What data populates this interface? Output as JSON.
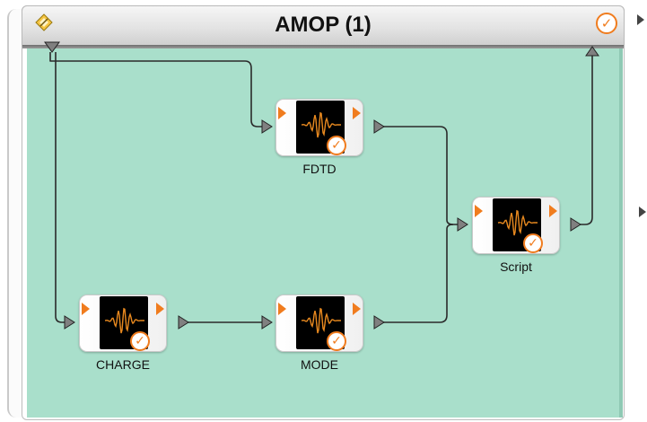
{
  "workflow": {
    "title": "AMOP (1)",
    "status_icon": "check-circle-icon",
    "edit_icon": "pencil-diamond-icon"
  },
  "nodes": [
    {
      "id": "fdtd",
      "label": "FDTD",
      "icon": "waveform-icon",
      "status": "check-circle-icon"
    },
    {
      "id": "script",
      "label": "Script",
      "icon": "waveform-icon",
      "status": "check-circle-icon"
    },
    {
      "id": "charge",
      "label": "CHARGE",
      "icon": "waveform-icon",
      "status": "check-circle-icon"
    },
    {
      "id": "mode",
      "label": "MODE",
      "icon": "waveform-icon",
      "status": "check-circle-icon"
    }
  ],
  "colors": {
    "canvas": "#a9dfcb",
    "accent": "#f07c1e",
    "wire": "#2a2a2a",
    "waveform": "#e8891f"
  },
  "glyphs": {
    "check": "✓"
  }
}
